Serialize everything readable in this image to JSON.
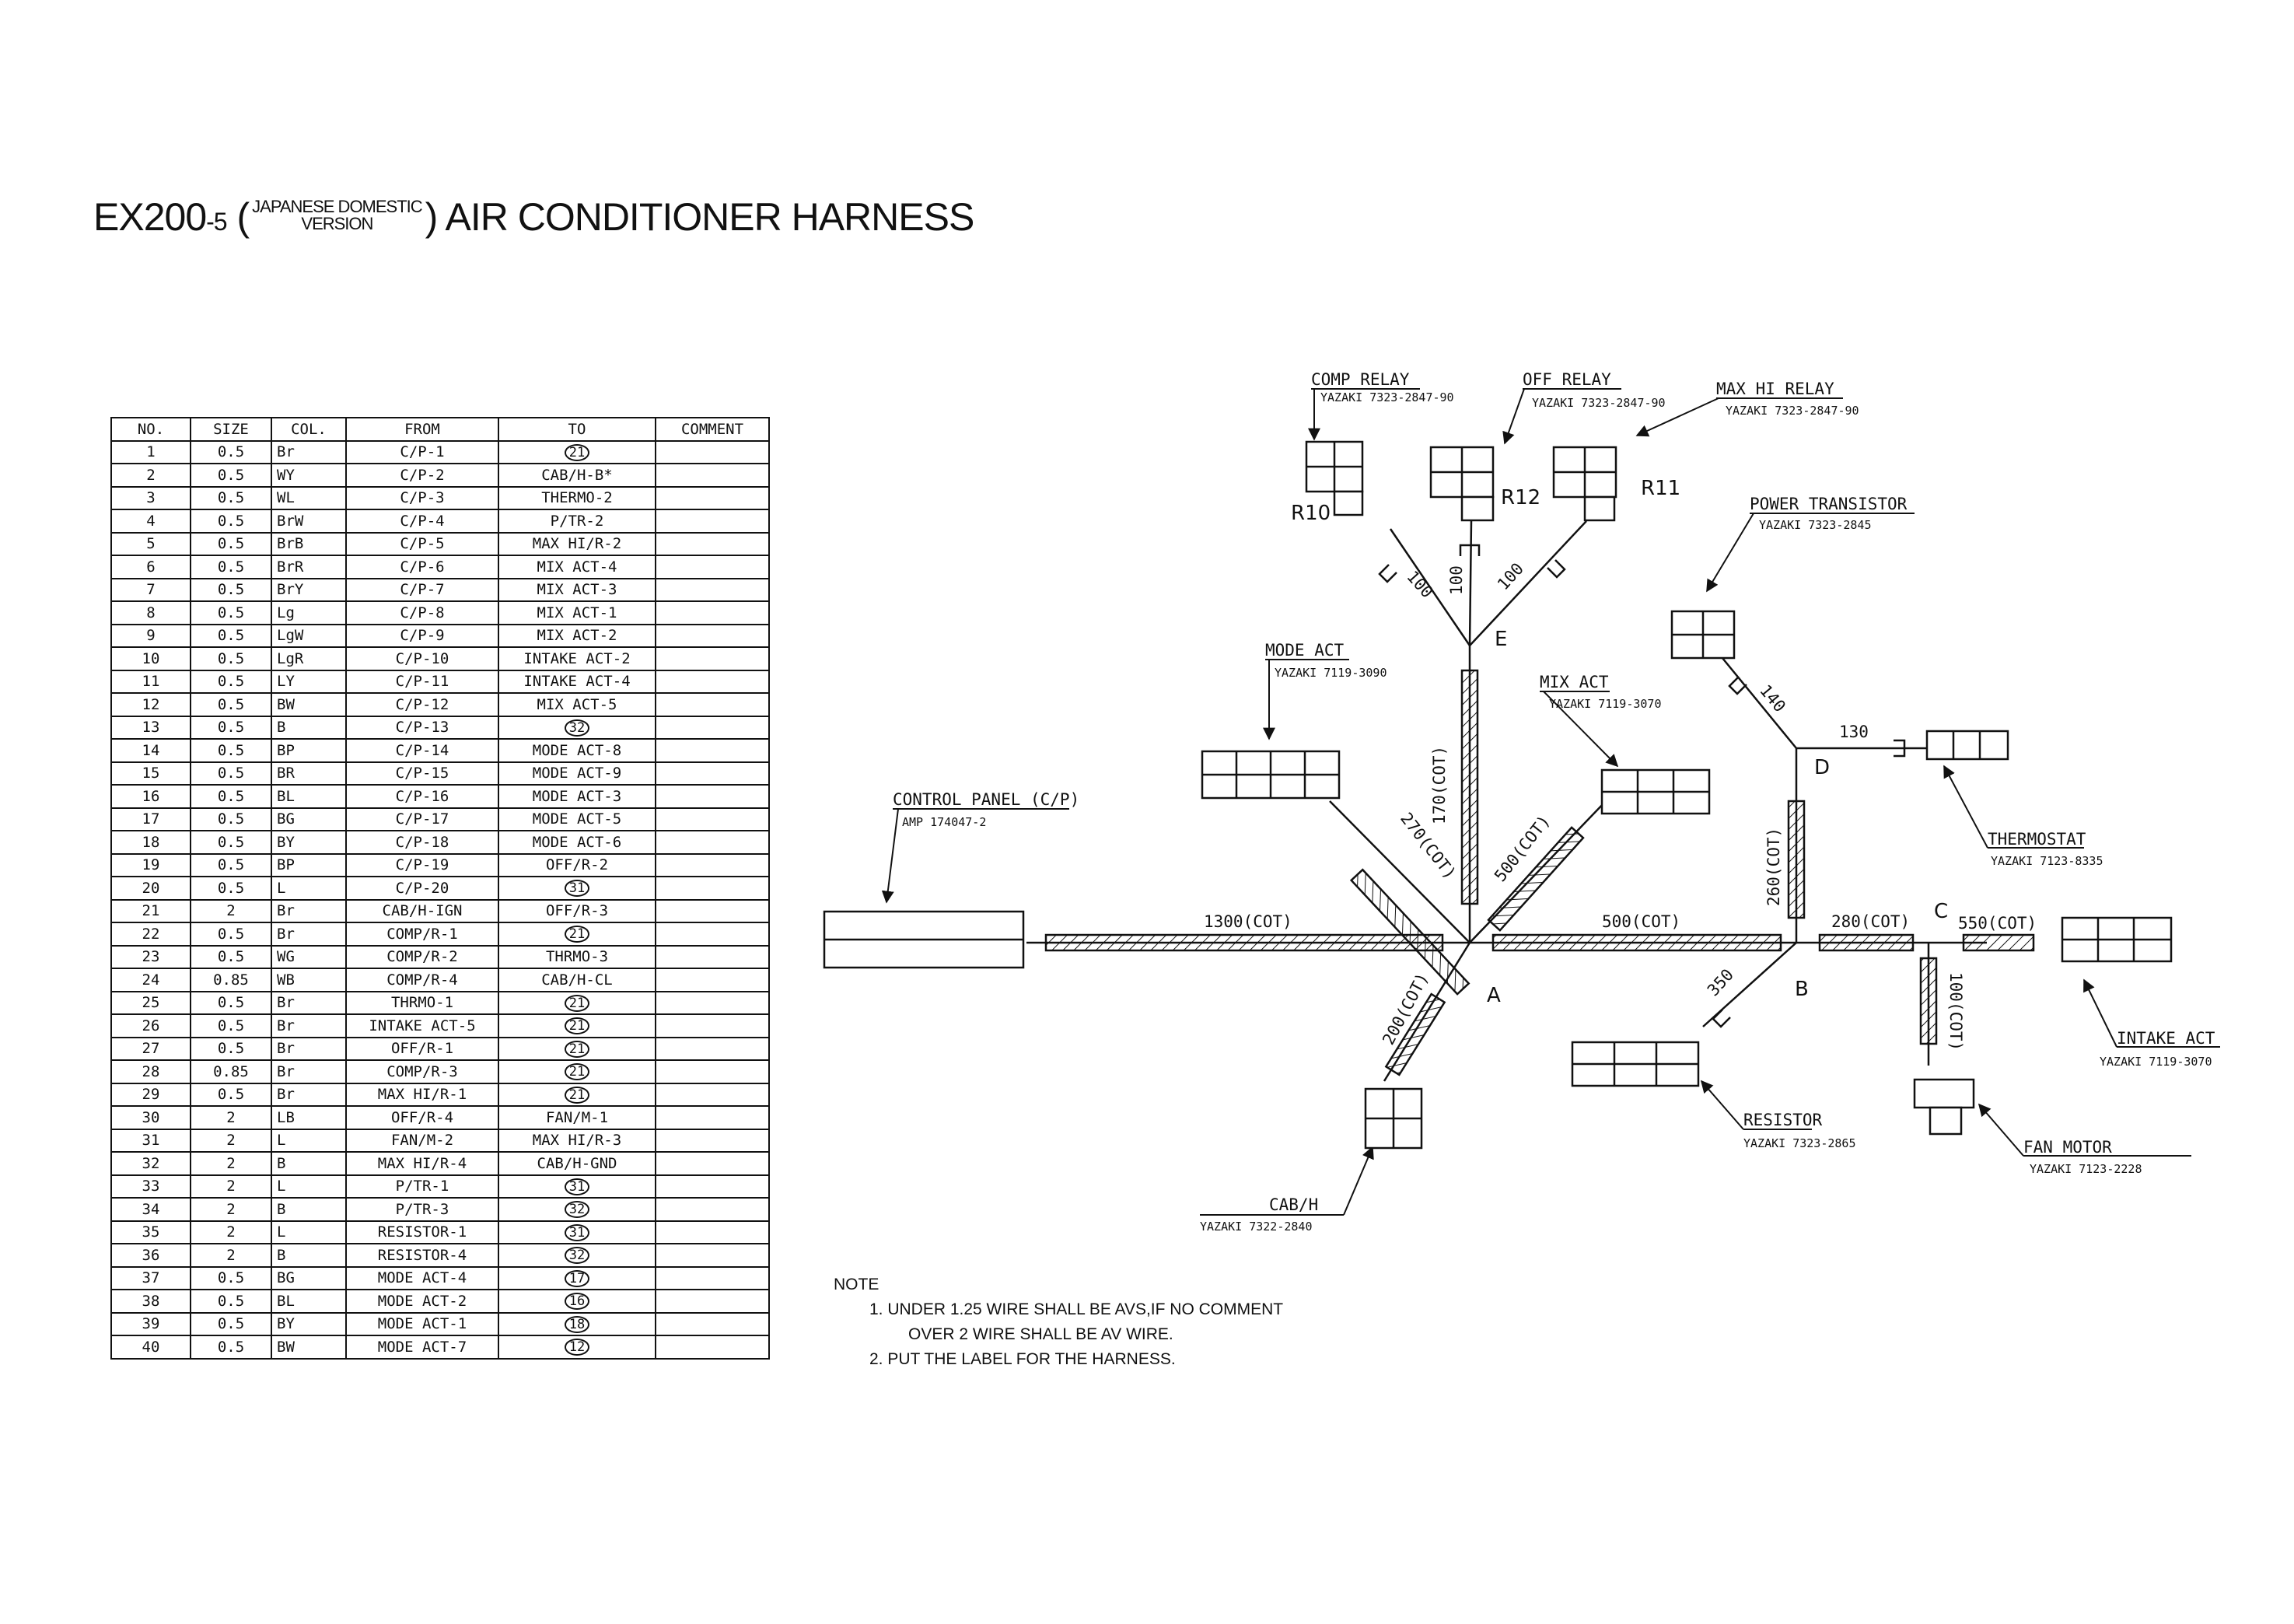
{
  "title": {
    "main_prefix": "EX200",
    "main_suffix": "-5",
    "paren_open": "(",
    "version_line1": "JAPANESE DOMESTIC",
    "version_line2": "VERSION",
    "paren_close": ")",
    "main_rest": "AIR CONDITIONER HARNESS"
  },
  "table": {
    "headers": [
      "NO.",
      "SIZE",
      "COL.",
      "FROM",
      "TO",
      "COMMENT"
    ],
    "rows": [
      [
        "1",
        "0.5",
        "Br",
        "C/P-1",
        "21",
        ""
      ],
      [
        "2",
        "0.5",
        "WY",
        "C/P-2",
        "CAB/H-B*",
        ""
      ],
      [
        "3",
        "0.5",
        "WL",
        "C/P-3",
        "THERMO-2",
        ""
      ],
      [
        "4",
        "0.5",
        "BrW",
        "C/P-4",
        "P/TR-2",
        ""
      ],
      [
        "5",
        "0.5",
        "BrB",
        "C/P-5",
        "MAX HI/R-2",
        ""
      ],
      [
        "6",
        "0.5",
        "BrR",
        "C/P-6",
        "MIX ACT-4",
        ""
      ],
      [
        "7",
        "0.5",
        "BrY",
        "C/P-7",
        "MIX ACT-3",
        ""
      ],
      [
        "8",
        "0.5",
        "Lg",
        "C/P-8",
        "MIX ACT-1",
        ""
      ],
      [
        "9",
        "0.5",
        "LgW",
        "C/P-9",
        "MIX ACT-2",
        ""
      ],
      [
        "10",
        "0.5",
        "LgR",
        "C/P-10",
        "INTAKE ACT-2",
        ""
      ],
      [
        "11",
        "0.5",
        "LY",
        "C/P-11",
        "INTAKE ACT-4",
        ""
      ],
      [
        "12",
        "0.5",
        "BW",
        "C/P-12",
        "MIX ACT-5",
        ""
      ],
      [
        "13",
        "0.5",
        "B",
        "C/P-13",
        "32",
        ""
      ],
      [
        "14",
        "0.5",
        "BP",
        "C/P-14",
        "MODE ACT-8",
        ""
      ],
      [
        "15",
        "0.5",
        "BR",
        "C/P-15",
        "MODE ACT-9",
        ""
      ],
      [
        "16",
        "0.5",
        "BL",
        "C/P-16",
        "MODE ACT-3",
        ""
      ],
      [
        "17",
        "0.5",
        "BG",
        "C/P-17",
        "MODE ACT-5",
        ""
      ],
      [
        "18",
        "0.5",
        "BY",
        "C/P-18",
        "MODE ACT-6",
        ""
      ],
      [
        "19",
        "0.5",
        "BP",
        "C/P-19",
        "OFF/R-2",
        ""
      ],
      [
        "20",
        "0.5",
        "L",
        "C/P-20",
        "31",
        ""
      ],
      [
        "21",
        "2",
        "Br",
        "CAB/H-IGN",
        "OFF/R-3",
        ""
      ],
      [
        "22",
        "0.5",
        "Br",
        "COMP/R-1",
        "21",
        ""
      ],
      [
        "23",
        "0.5",
        "WG",
        "COMP/R-2",
        "THRMO-3",
        ""
      ],
      [
        "24",
        "0.85",
        "WB",
        "COMP/R-4",
        "CAB/H-CL",
        ""
      ],
      [
        "25",
        "0.5",
        "Br",
        "THRMO-1",
        "21",
        ""
      ],
      [
        "26",
        "0.5",
        "Br",
        "INTAKE ACT-5",
        "21",
        ""
      ],
      [
        "27",
        "0.5",
        "Br",
        "OFF/R-1",
        "21",
        ""
      ],
      [
        "28",
        "0.85",
        "Br",
        "COMP/R-3",
        "21",
        ""
      ],
      [
        "29",
        "0.5",
        "Br",
        "MAX HI/R-1",
        "21",
        ""
      ],
      [
        "30",
        "2",
        "LB",
        "OFF/R-4",
        "FAN/M-1",
        ""
      ],
      [
        "31",
        "2",
        "L",
        "FAN/M-2",
        "MAX HI/R-3",
        ""
      ],
      [
        "32",
        "2",
        "B",
        "MAX HI/R-4",
        "CAB/H-GND",
        ""
      ],
      [
        "33",
        "2",
        "L",
        "P/TR-1",
        "31",
        ""
      ],
      [
        "34",
        "2",
        "B",
        "P/TR-3",
        "32",
        ""
      ],
      [
        "35",
        "2",
        "L",
        "RESISTOR-1",
        "31",
        ""
      ],
      [
        "36",
        "2",
        "B",
        "RESISTOR-4",
        "32",
        ""
      ],
      [
        "37",
        "0.5",
        "BG",
        "MODE ACT-4",
        "17",
        ""
      ],
      [
        "38",
        "0.5",
        "BL",
        "MODE ACT-2",
        "16",
        ""
      ],
      [
        "39",
        "0.5",
        "BY",
        "MODE ACT-1",
        "18",
        ""
      ],
      [
        "40",
        "0.5",
        "BW",
        "MODE ACT-7",
        "12",
        ""
      ]
    ],
    "circled_to_rows": [
      1,
      13,
      20,
      22,
      25,
      26,
      27,
      28,
      29,
      33,
      34,
      35,
      36,
      37,
      38,
      39,
      40
    ]
  },
  "components": {
    "comp_relay": {
      "name": "COMP RELAY",
      "part": "YAZAKI 7323-2847-90",
      "ref": "R10"
    },
    "off_relay": {
      "name": "OFF RELAY",
      "part": "YAZAKI 7323-2847-90",
      "ref": "R12"
    },
    "max_hi_relay": {
      "name": "MAX HI RELAY",
      "part": "YAZAKI 7323-2847-90",
      "ref": "R11"
    },
    "power_transistor": {
      "name": "POWER TRANSISTOR",
      "part": "YAZAKI 7323-2845"
    },
    "mode_act": {
      "name": "MODE ACT",
      "part": "YAZAKI 7119-3090"
    },
    "mix_act": {
      "name": "MIX ACT",
      "part": "YAZAKI 7119-3070"
    },
    "control_panel": {
      "name": "CONTROL PANEL (C/P)",
      "part": "AMP 174047-2"
    },
    "thermostat": {
      "name": "THERMOSTAT",
      "part": "YAZAKI 7123-8335"
    },
    "intake_act": {
      "name": "INTAKE ACT",
      "part": "YAZAKI 7119-3070"
    },
    "resistor": {
      "name": "RESISTOR",
      "part": "YAZAKI 7323-2865"
    },
    "fan_motor": {
      "name": "FAN MOTOR",
      "part": "YAZAKI 7123-2228"
    },
    "cab_h": {
      "name": "CAB/H",
      "part": "YAZAKI 7322-2840"
    }
  },
  "segments": {
    "s1300": "1300(COT)",
    "s500": "500(COT)",
    "s280": "280(COT)",
    "s550": "550(COT)",
    "s270": "270(COT)",
    "s170": "170(COT)",
    "s500d": "500(COT)",
    "s260": "260(COT)",
    "s200": "200(COT)",
    "s100v": "100(COT)",
    "s100a": "100",
    "s100b": "100",
    "s100c": "100",
    "s140": "140",
    "s130": "130",
    "s350": "350"
  },
  "nodes": {
    "a": "A",
    "b": "B",
    "c": "C",
    "d": "D",
    "e": "E"
  },
  "note": {
    "heading": "NOTE",
    "line1": "1.  UNDER 1.25 WIRE SHALL BE AVS,IF NO COMMENT",
    "line2": "OVER 2 WIRE SHALL BE AV WIRE.",
    "line3": "2.  PUT THE LABEL FOR THE HARNESS."
  }
}
